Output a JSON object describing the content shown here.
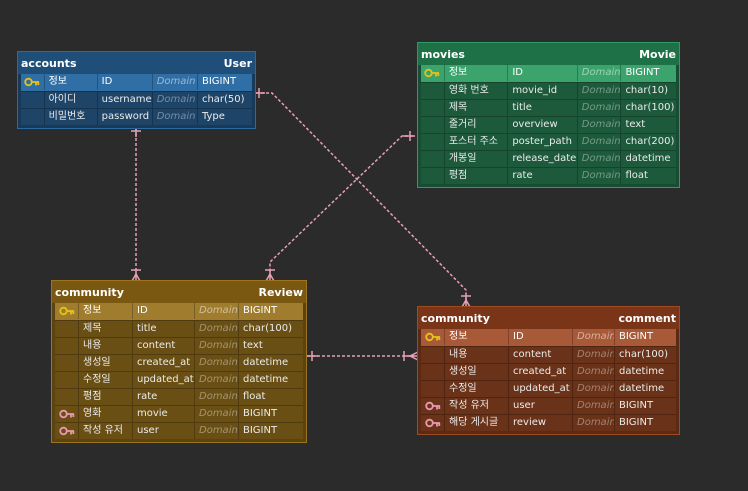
{
  "tables": {
    "accounts": {
      "schema": "accounts",
      "name": "User",
      "colors": {
        "header": "#1f4e78",
        "border": "#2b6aa1",
        "body": "#173a5a",
        "pk": "#2f6fa6",
        "row": "#1e4468"
      },
      "rows": [
        {
          "key": "primary",
          "label": "정보",
          "column": "ID",
          "domain": "Domain",
          "type": "BIGINT"
        },
        {
          "key": "",
          "label": "아이디",
          "column": "username",
          "domain": "Domain",
          "type": "char(50)"
        },
        {
          "key": "",
          "label": "비밀번호",
          "column": "password",
          "domain": "Domain",
          "type": "Type"
        }
      ]
    },
    "movies": {
      "schema": "movies",
      "name": "Movie",
      "colors": {
        "header": "#1e7047",
        "border": "#2f9a63",
        "body": "#164d33",
        "pk": "#3aa46c",
        "row": "#1c5a3b"
      },
      "rows": [
        {
          "key": "primary",
          "label": "정보",
          "column": "ID",
          "domain": "Domain",
          "type": "BIGINT"
        },
        {
          "key": "",
          "label": "영화 번호",
          "column": "movie_id",
          "domain": "Domain",
          "type": "char(10)"
        },
        {
          "key": "",
          "label": "제목",
          "column": "title",
          "domain": "Domain",
          "type": "char(100)"
        },
        {
          "key": "",
          "label": "줄거리",
          "column": "overview",
          "domain": "Domain",
          "type": "text"
        },
        {
          "key": "",
          "label": "포스터 주소",
          "column": "poster_path",
          "domain": "Domain",
          "type": "char(200)"
        },
        {
          "key": "",
          "label": "개봉일",
          "column": "release_date",
          "domain": "Domain",
          "type": "datetime"
        },
        {
          "key": "",
          "label": "평점",
          "column": "rate",
          "domain": "Domain",
          "type": "float"
        }
      ]
    },
    "review": {
      "schema": "community",
      "name": "Review",
      "colors": {
        "header": "#7a5812",
        "border": "#9c7420",
        "body": "#5c4410",
        "pk": "#a07c2e",
        "row": "#6a4f14"
      },
      "rows": [
        {
          "key": "primary",
          "label": "정보",
          "column": "ID",
          "domain": "Domain",
          "type": "BIGINT"
        },
        {
          "key": "",
          "label": "제목",
          "column": "title",
          "domain": "Domain",
          "type": "char(100)"
        },
        {
          "key": "",
          "label": "내용",
          "column": "content",
          "domain": "Domain",
          "type": "text"
        },
        {
          "key": "",
          "label": "생성일",
          "column": "created_at",
          "domain": "Domain",
          "type": "datetime"
        },
        {
          "key": "",
          "label": "수정일",
          "column": "updated_at",
          "domain": "Domain",
          "type": "datetime"
        },
        {
          "key": "",
          "label": "평점",
          "column": "rate",
          "domain": "Domain",
          "type": "float"
        },
        {
          "key": "foreign",
          "label": "영화",
          "column": "movie",
          "domain": "Domain",
          "type": "BIGINT"
        },
        {
          "key": "foreign",
          "label": "작성 유저",
          "column": "user",
          "domain": "Domain",
          "type": "BIGINT"
        }
      ]
    },
    "comment": {
      "schema": "community",
      "name": "comment",
      "colors": {
        "header": "#7a3418",
        "border": "#a04a22",
        "body": "#5a2a14",
        "pk": "#a85a38",
        "row": "#6a3218"
      },
      "rows": [
        {
          "key": "primary",
          "label": "정보",
          "column": "ID",
          "domain": "Domain",
          "type": "BIGINT"
        },
        {
          "key": "",
          "label": "내용",
          "column": "content",
          "domain": "Domain",
          "type": "char(100)"
        },
        {
          "key": "",
          "label": "생성일",
          "column": "created_at",
          "domain": "Domain",
          "type": "datetime"
        },
        {
          "key": "",
          "label": "수정일",
          "column": "updated_at",
          "domain": "Domain",
          "type": "datetime"
        },
        {
          "key": "foreign",
          "label": "작성 유저",
          "column": "user",
          "domain": "Domain",
          "type": "BIGINT"
        },
        {
          "key": "foreign",
          "label": "해당 게시글",
          "column": "review",
          "domain": "Domain",
          "type": "BIGINT"
        }
      ]
    }
  },
  "styles": {
    "link_color": "#e8a0b4",
    "primary_key_color": "#e6c21a",
    "foreign_key_color": "#e89ab0"
  }
}
